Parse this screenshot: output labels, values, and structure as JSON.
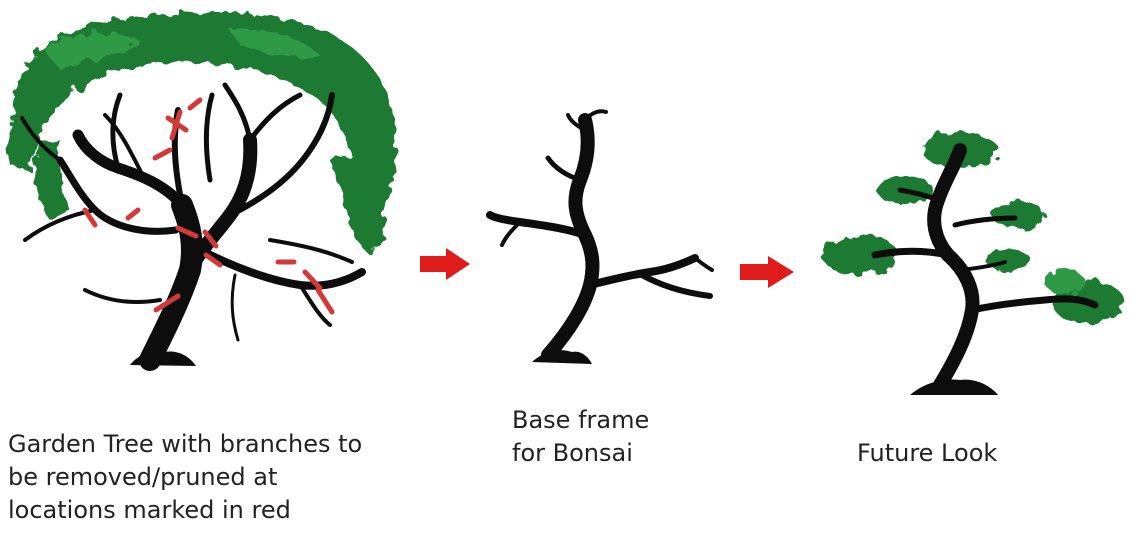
{
  "stages": [
    {
      "name": "garden-tree",
      "caption_lines": [
        "Garden Tree with branches to",
        "be removed/pruned at",
        "locations marked in red"
      ]
    },
    {
      "name": "base-frame",
      "caption_lines": [
        "Base frame",
        "for Bonsai"
      ]
    },
    {
      "name": "future-look",
      "caption_lines": [
        "Future Look"
      ]
    }
  ],
  "colors": {
    "trunk": "#0d0d0d",
    "foliage": "#1f7a33",
    "foliage_light": "#2f9a45",
    "cut_marks": "#d23a3a",
    "arrows": "#e01b1b",
    "text": "#222222"
  },
  "arrow_icon": "right-arrow-icon"
}
